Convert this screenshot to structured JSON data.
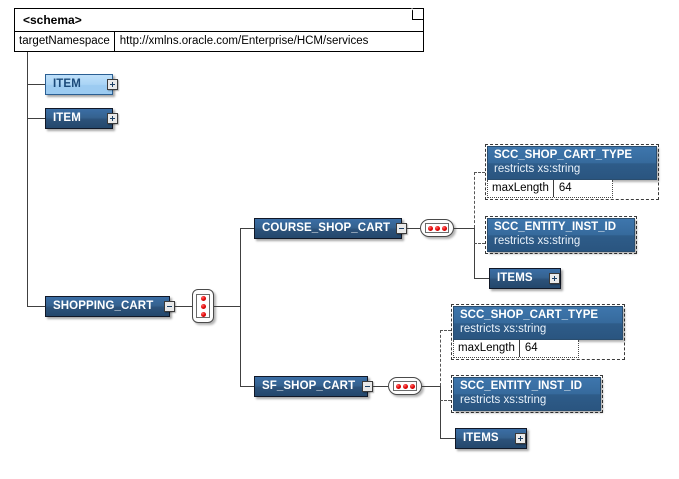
{
  "diagram": {
    "title": "XML Schema Definition Diagram",
    "colors": {
      "node_blue": "#35628f",
      "node_selected": "#9ccbf1",
      "dot_red": "#e00000",
      "line": "#404040",
      "background": "#ffffff"
    }
  },
  "schema": {
    "title": "<schema>",
    "attribute_name": "targetNamespace",
    "attribute_value": "http://xmlns.oracle.com/Enterprise/HCM/services"
  },
  "nodes": {
    "item_1": {
      "label": "ITEM",
      "toggle": "plus",
      "state": "selected"
    },
    "item_2": {
      "label": "ITEM",
      "toggle": "plus",
      "state": "normal"
    },
    "shopping_cart": {
      "label": "SHOPPING_CART",
      "toggle": "minus",
      "state": "normal"
    },
    "course_shop_cart": {
      "label": "COURSE_SHOP_CART",
      "toggle": "minus",
      "state": "normal"
    },
    "sf_shop_cart": {
      "label": "SF_SHOP_CART",
      "toggle": "minus",
      "state": "normal"
    },
    "items_top": {
      "label": "ITEMS",
      "toggle": "plus",
      "state": "normal"
    },
    "items_bottom": {
      "label": "ITEMS",
      "toggle": "plus",
      "state": "normal"
    }
  },
  "types": {
    "shop_cart_type_top": {
      "name": "SCC_SHOP_CART_TYPE",
      "restricts": "restricts xs:string",
      "facet_key": "maxLength",
      "facet_value": "64"
    },
    "entity_inst_id_top": {
      "name": "SCC_ENTITY_INST_ID",
      "restricts": "restricts xs:string"
    },
    "shop_cart_type_bottom": {
      "name": "SCC_SHOP_CART_TYPE",
      "restricts": "restricts xs:string",
      "facet_key": "maxLength",
      "facet_value": "64"
    },
    "entity_inst_id_bottom": {
      "name": "SCC_ENTITY_INST_ID",
      "restricts": "restricts xs:string"
    }
  },
  "compositors": {
    "choice_shopping_cart": {
      "kind": "choice-icon",
      "dots": 3
    },
    "sequence_course": {
      "kind": "sequence-icon",
      "dots": 3
    },
    "sequence_sf": {
      "kind": "sequence-icon",
      "dots": 3
    }
  }
}
